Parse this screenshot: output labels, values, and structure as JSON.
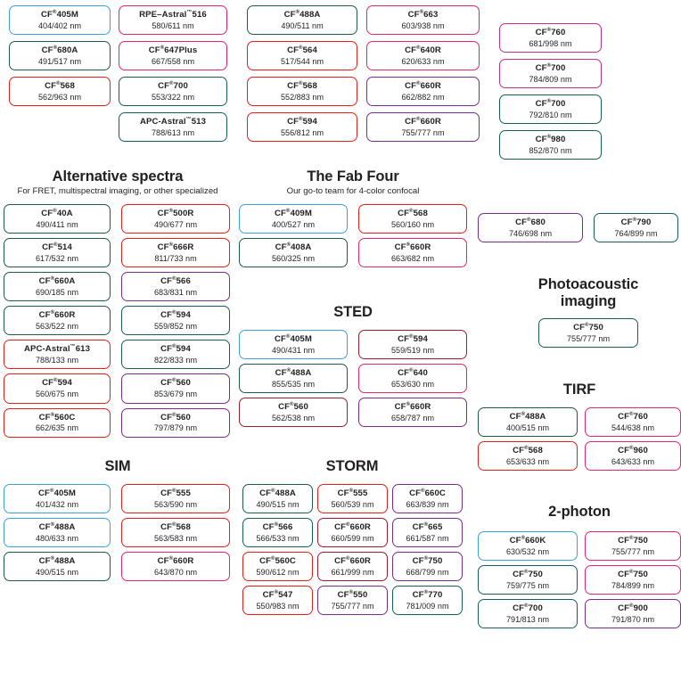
{
  "meta": {
    "reg_mark": "®",
    "tm_mark": "™",
    "palette": {
      "blue": "#3aa2dd",
      "green": "#1d5b4a",
      "red": "#e32119",
      "pink": "#e8246e",
      "purple": "#7b2d8e",
      "teal": "#15605c",
      "magenta": "#c72f8d",
      "darkred": "#a01b2b"
    }
  },
  "sections": [
    {
      "id": "top-left",
      "title": "",
      "subtitle": "",
      "columns": 2,
      "chips": [
        {
          "name": "CF",
          "sup": "®",
          "suffix": "405M",
          "spec": "404/402 nm",
          "color": "blue"
        },
        {
          "name": "RPE–Astral",
          "sup": "™",
          "suffix": "516",
          "spec": "580/611 nm",
          "color": "pink"
        },
        {
          "name": "CF",
          "sup": "®",
          "suffix": "680A",
          "spec": "491/517 nm",
          "color": "green"
        },
        {
          "name": "CF",
          "sup": "®",
          "suffix": "647Plus",
          "spec": "667/558 nm",
          "color": "pink"
        },
        {
          "name": "CF",
          "sup": "®",
          "suffix": "568",
          "spec": "562/963 nm",
          "color": "red"
        },
        {
          "name": "CF",
          "sup": "®",
          "suffix": "700",
          "spec": "553/322 nm",
          "color": "teal"
        },
        {
          "name": "",
          "sup": "",
          "suffix": "",
          "spec": "",
          "color": "none"
        },
        {
          "name": "APC-Astral",
          "sup": "™",
          "suffix": "513",
          "spec": "788/613 nm",
          "color": "teal"
        }
      ]
    },
    {
      "id": "top-mid",
      "title": "",
      "subtitle": "",
      "columns": 2,
      "chips": [
        {
          "name": "CF",
          "sup": "®",
          "suffix": "488A",
          "spec": "490/511 nm",
          "color": "green"
        },
        {
          "name": "CF",
          "sup": "®",
          "suffix": "663",
          "spec": "603/938 nm",
          "color": "pink"
        },
        {
          "name": "CF",
          "sup": "®",
          "suffix": "564",
          "spec": "517/544 nm",
          "color": "red"
        },
        {
          "name": "CF",
          "sup": "®",
          "suffix": "640R",
          "spec": "620/633 nm",
          "color": "pink"
        },
        {
          "name": "CF",
          "sup": "®",
          "suffix": "568",
          "spec": "552/883 nm",
          "color": "red"
        },
        {
          "name": "CF",
          "sup": "®",
          "suffix": "660R",
          "spec": "662/882 nm",
          "color": "purple"
        },
        {
          "name": "CF",
          "sup": "®",
          "suffix": "594",
          "spec": "556/812 nm",
          "color": "red"
        },
        {
          "name": "CF",
          "sup": "®",
          "suffix": "660R",
          "spec": "755/777 nm",
          "color": "purple"
        }
      ]
    },
    {
      "id": "top-right",
      "title": "",
      "subtitle": "",
      "columns": 1,
      "chips": [
        {
          "name": "CF",
          "sup": "®",
          "suffix": "760",
          "spec": "681/998 nm",
          "color": "magenta"
        },
        {
          "name": "CF",
          "sup": "®",
          "suffix": "700",
          "spec": "784/809 nm",
          "color": "magenta"
        },
        {
          "name": "CF",
          "sup": "®",
          "suffix": "700",
          "spec": "792/810 nm",
          "color": "teal"
        },
        {
          "name": "CF",
          "sup": "®",
          "suffix": "980",
          "spec": "852/870 nm",
          "color": "teal"
        }
      ]
    },
    {
      "id": "alternative-spectra",
      "title": "Alternative spectra",
      "subtitle": "For FRET, multispectral imaging, or other specialized",
      "columns": 2,
      "chips": [
        {
          "name": "CF",
          "sup": "®",
          "suffix": "40A",
          "spec": "490/411 nm",
          "color": "green"
        },
        {
          "name": "CF",
          "sup": "®",
          "suffix": "500R",
          "spec": "490/677 nm",
          "color": "red"
        },
        {
          "name": "CF",
          "sup": "®",
          "suffix": "514",
          "spec": "617/532 nm",
          "color": "green"
        },
        {
          "name": "CF",
          "sup": "®",
          "suffix": "666R",
          "spec": "811/733 nm",
          "color": "red"
        },
        {
          "name": "CF",
          "sup": "®",
          "suffix": "660A",
          "spec": "690/185 nm",
          "color": "green"
        },
        {
          "name": "CF",
          "sup": "®",
          "suffix": "566",
          "spec": "683/831 nm",
          "color": "purple"
        },
        {
          "name": "CF",
          "sup": "®",
          "suffix": "660R",
          "spec": "563/522 nm",
          "color": "green"
        },
        {
          "name": "CF",
          "sup": "®",
          "suffix": "594",
          "spec": "559/852 nm",
          "color": "teal"
        },
        {
          "name": "APC-Astral",
          "sup": "™",
          "suffix": "613",
          "spec": "788/133 nm",
          "color": "red"
        },
        {
          "name": "CF",
          "sup": "®",
          "suffix": "594",
          "spec": "822/833 nm",
          "color": "teal"
        },
        {
          "name": "CF",
          "sup": "®",
          "suffix": "594",
          "spec": "560/675 nm",
          "color": "red"
        },
        {
          "name": "CF",
          "sup": "®",
          "suffix": "560",
          "spec": "853/679 nm",
          "color": "purple"
        },
        {
          "name": "CF",
          "sup": "®",
          "suffix": "560C",
          "spec": "662/635 nm",
          "color": "red"
        },
        {
          "name": "CF",
          "sup": "®",
          "suffix": "560",
          "spec": "797/879 nm",
          "color": "purple"
        }
      ]
    },
    {
      "id": "fab-four",
      "title": "The Fab Four",
      "subtitle": "Our go-to team for 4-color confocal",
      "columns": 2,
      "chips": [
        {
          "name": "CF",
          "sup": "®",
          "suffix": "409M",
          "spec": "400/527 nm",
          "color": "blue"
        },
        {
          "name": "CF",
          "sup": "®",
          "suffix": "568",
          "spec": "560/160 nm",
          "color": "red"
        },
        {
          "name": "CF",
          "sup": "®",
          "suffix": "408A",
          "spec": "560/325 nm",
          "color": "green"
        },
        {
          "name": "CF",
          "sup": "®",
          "suffix": "660R",
          "spec": "663/682 nm",
          "color": "pink"
        }
      ]
    },
    {
      "id": "sted",
      "title": "STED",
      "subtitle": "",
      "columns": 2,
      "chips": [
        {
          "name": "CF",
          "sup": "®",
          "suffix": "405M",
          "spec": "490/431 nm",
          "color": "blue"
        },
        {
          "name": "CF",
          "sup": "®",
          "suffix": "594",
          "spec": "559/519 nm",
          "color": "darkred"
        },
        {
          "name": "CF",
          "sup": "®",
          "suffix": "488A",
          "spec": "855/535 nm",
          "color": "green"
        },
        {
          "name": "CF",
          "sup": "®",
          "suffix": "640",
          "spec": "653/630 nm",
          "color": "pink"
        },
        {
          "name": "CF",
          "sup": "®",
          "suffix": "560",
          "spec": "562/538 nm",
          "color": "darkred"
        },
        {
          "name": "CF",
          "sup": "®",
          "suffix": "660R",
          "spec": "658/787 nm",
          "color": "purple"
        }
      ]
    },
    {
      "id": "mid-right-pair",
      "title": "",
      "subtitle": "",
      "columns": 2,
      "chips": [
        {
          "name": "CF",
          "sup": "®",
          "suffix": "680",
          "spec": "746/698 nm",
          "color": "purple"
        },
        {
          "name": "CF",
          "sup": "®",
          "suffix": "790",
          "spec": "764/899 nm",
          "color": "teal"
        }
      ]
    },
    {
      "id": "photoacoustic",
      "title": "Photoacoustic\nimaging",
      "title_line1": "Photoacoustic",
      "title_line2": "imaging",
      "subtitle": "",
      "columns": 1,
      "chips": [
        {
          "name": "CF",
          "sup": "®",
          "suffix": "750",
          "spec": "755/777 nm",
          "color": "teal"
        }
      ]
    },
    {
      "id": "tirf",
      "title": "TIRF",
      "subtitle": "",
      "columns": 2,
      "chips": [
        {
          "name": "CF",
          "sup": "®",
          "suffix": "488A",
          "spec": "400/515 nm",
          "color": "green"
        },
        {
          "name": "CF",
          "sup": "®",
          "suffix": "760",
          "spec": "544/638 nm",
          "color": "pink"
        },
        {
          "name": "CF",
          "sup": "®",
          "suffix": "568",
          "spec": "653/633 nm",
          "color": "red"
        },
        {
          "name": "CF",
          "sup": "®",
          "suffix": "960",
          "spec": "643/633 nm",
          "color": "pink"
        }
      ]
    },
    {
      "id": "sim",
      "title": "SIM",
      "subtitle": "",
      "columns": 2,
      "chips": [
        {
          "name": "CF",
          "sup": "®",
          "suffix": "405M",
          "spec": "401/432 nm",
          "color": "blue"
        },
        {
          "name": "CF",
          "sup": "®",
          "suffix": "555",
          "spec": "563/590 nm",
          "color": "red"
        },
        {
          "name": "CF",
          "sup": "®",
          "suffix": "488A",
          "spec": "480/633 nm",
          "color": "blue"
        },
        {
          "name": "CF",
          "sup": "®",
          "suffix": "568",
          "spec": "563/583 nm",
          "color": "red"
        },
        {
          "name": "CF",
          "sup": "®",
          "suffix": "488A",
          "spec": "490/515 nm",
          "color": "green"
        },
        {
          "name": "CF",
          "sup": "®",
          "suffix": "660R",
          "spec": "643/870 nm",
          "color": "pink"
        }
      ]
    },
    {
      "id": "storm",
      "title": "STORM",
      "subtitle": "",
      "columns": 3,
      "chips": [
        {
          "name": "CF",
          "sup": "®",
          "suffix": "488A",
          "spec": "490/515 nm",
          "color": "green"
        },
        {
          "name": "CF",
          "sup": "®",
          "suffix": "555",
          "spec": "560/539 nm",
          "color": "red"
        },
        {
          "name": "CF",
          "sup": "®",
          "suffix": "660C",
          "spec": "663/839 nm",
          "color": "purple"
        },
        {
          "name": "CF",
          "sup": "®",
          "suffix": "566",
          "spec": "566/533 nm",
          "color": "teal"
        },
        {
          "name": "CF",
          "sup": "®",
          "suffix": "660R",
          "spec": "660/599 nm",
          "color": "darkred"
        },
        {
          "name": "CF",
          "sup": "®",
          "suffix": "665",
          "spec": "661/587 nm",
          "color": "purple"
        },
        {
          "name": "CF",
          "sup": "®",
          "suffix": "560C",
          "spec": "590/612 nm",
          "color": "red"
        },
        {
          "name": "CF",
          "sup": "®",
          "suffix": "660R",
          "spec": "661/999 nm",
          "color": "darkred"
        },
        {
          "name": "CF",
          "sup": "®",
          "suffix": "750",
          "spec": "668/799 nm",
          "color": "purple"
        },
        {
          "name": "CF",
          "sup": "®",
          "suffix": "547",
          "spec": "550/983 nm",
          "color": "red"
        },
        {
          "name": "CF",
          "sup": "®",
          "suffix": "550",
          "spec": "755/777 nm",
          "color": "purple"
        },
        {
          "name": "CF",
          "sup": "®",
          "suffix": "770",
          "spec": "781/009 nm",
          "color": "teal"
        }
      ]
    },
    {
      "id": "two-photon",
      "title": "2-photon",
      "subtitle": "",
      "columns": 2,
      "chips": [
        {
          "name": "CF",
          "sup": "®",
          "suffix": "660K",
          "spec": "630/532 nm",
          "color": "blue"
        },
        {
          "name": "CF",
          "sup": "®",
          "suffix": "750",
          "spec": "755/777 nm",
          "color": "pink"
        },
        {
          "name": "CF",
          "sup": "®",
          "suffix": "750",
          "spec": "759/775 nm",
          "color": "teal"
        },
        {
          "name": "CF",
          "sup": "®",
          "suffix": "750",
          "spec": "784/899 nm",
          "color": "pink"
        },
        {
          "name": "CF",
          "sup": "®",
          "suffix": "700",
          "spec": "791/813 nm",
          "color": "teal"
        },
        {
          "name": "CF",
          "sup": "®",
          "suffix": "900",
          "spec": "791/870 nm",
          "color": "purple"
        }
      ]
    }
  ]
}
